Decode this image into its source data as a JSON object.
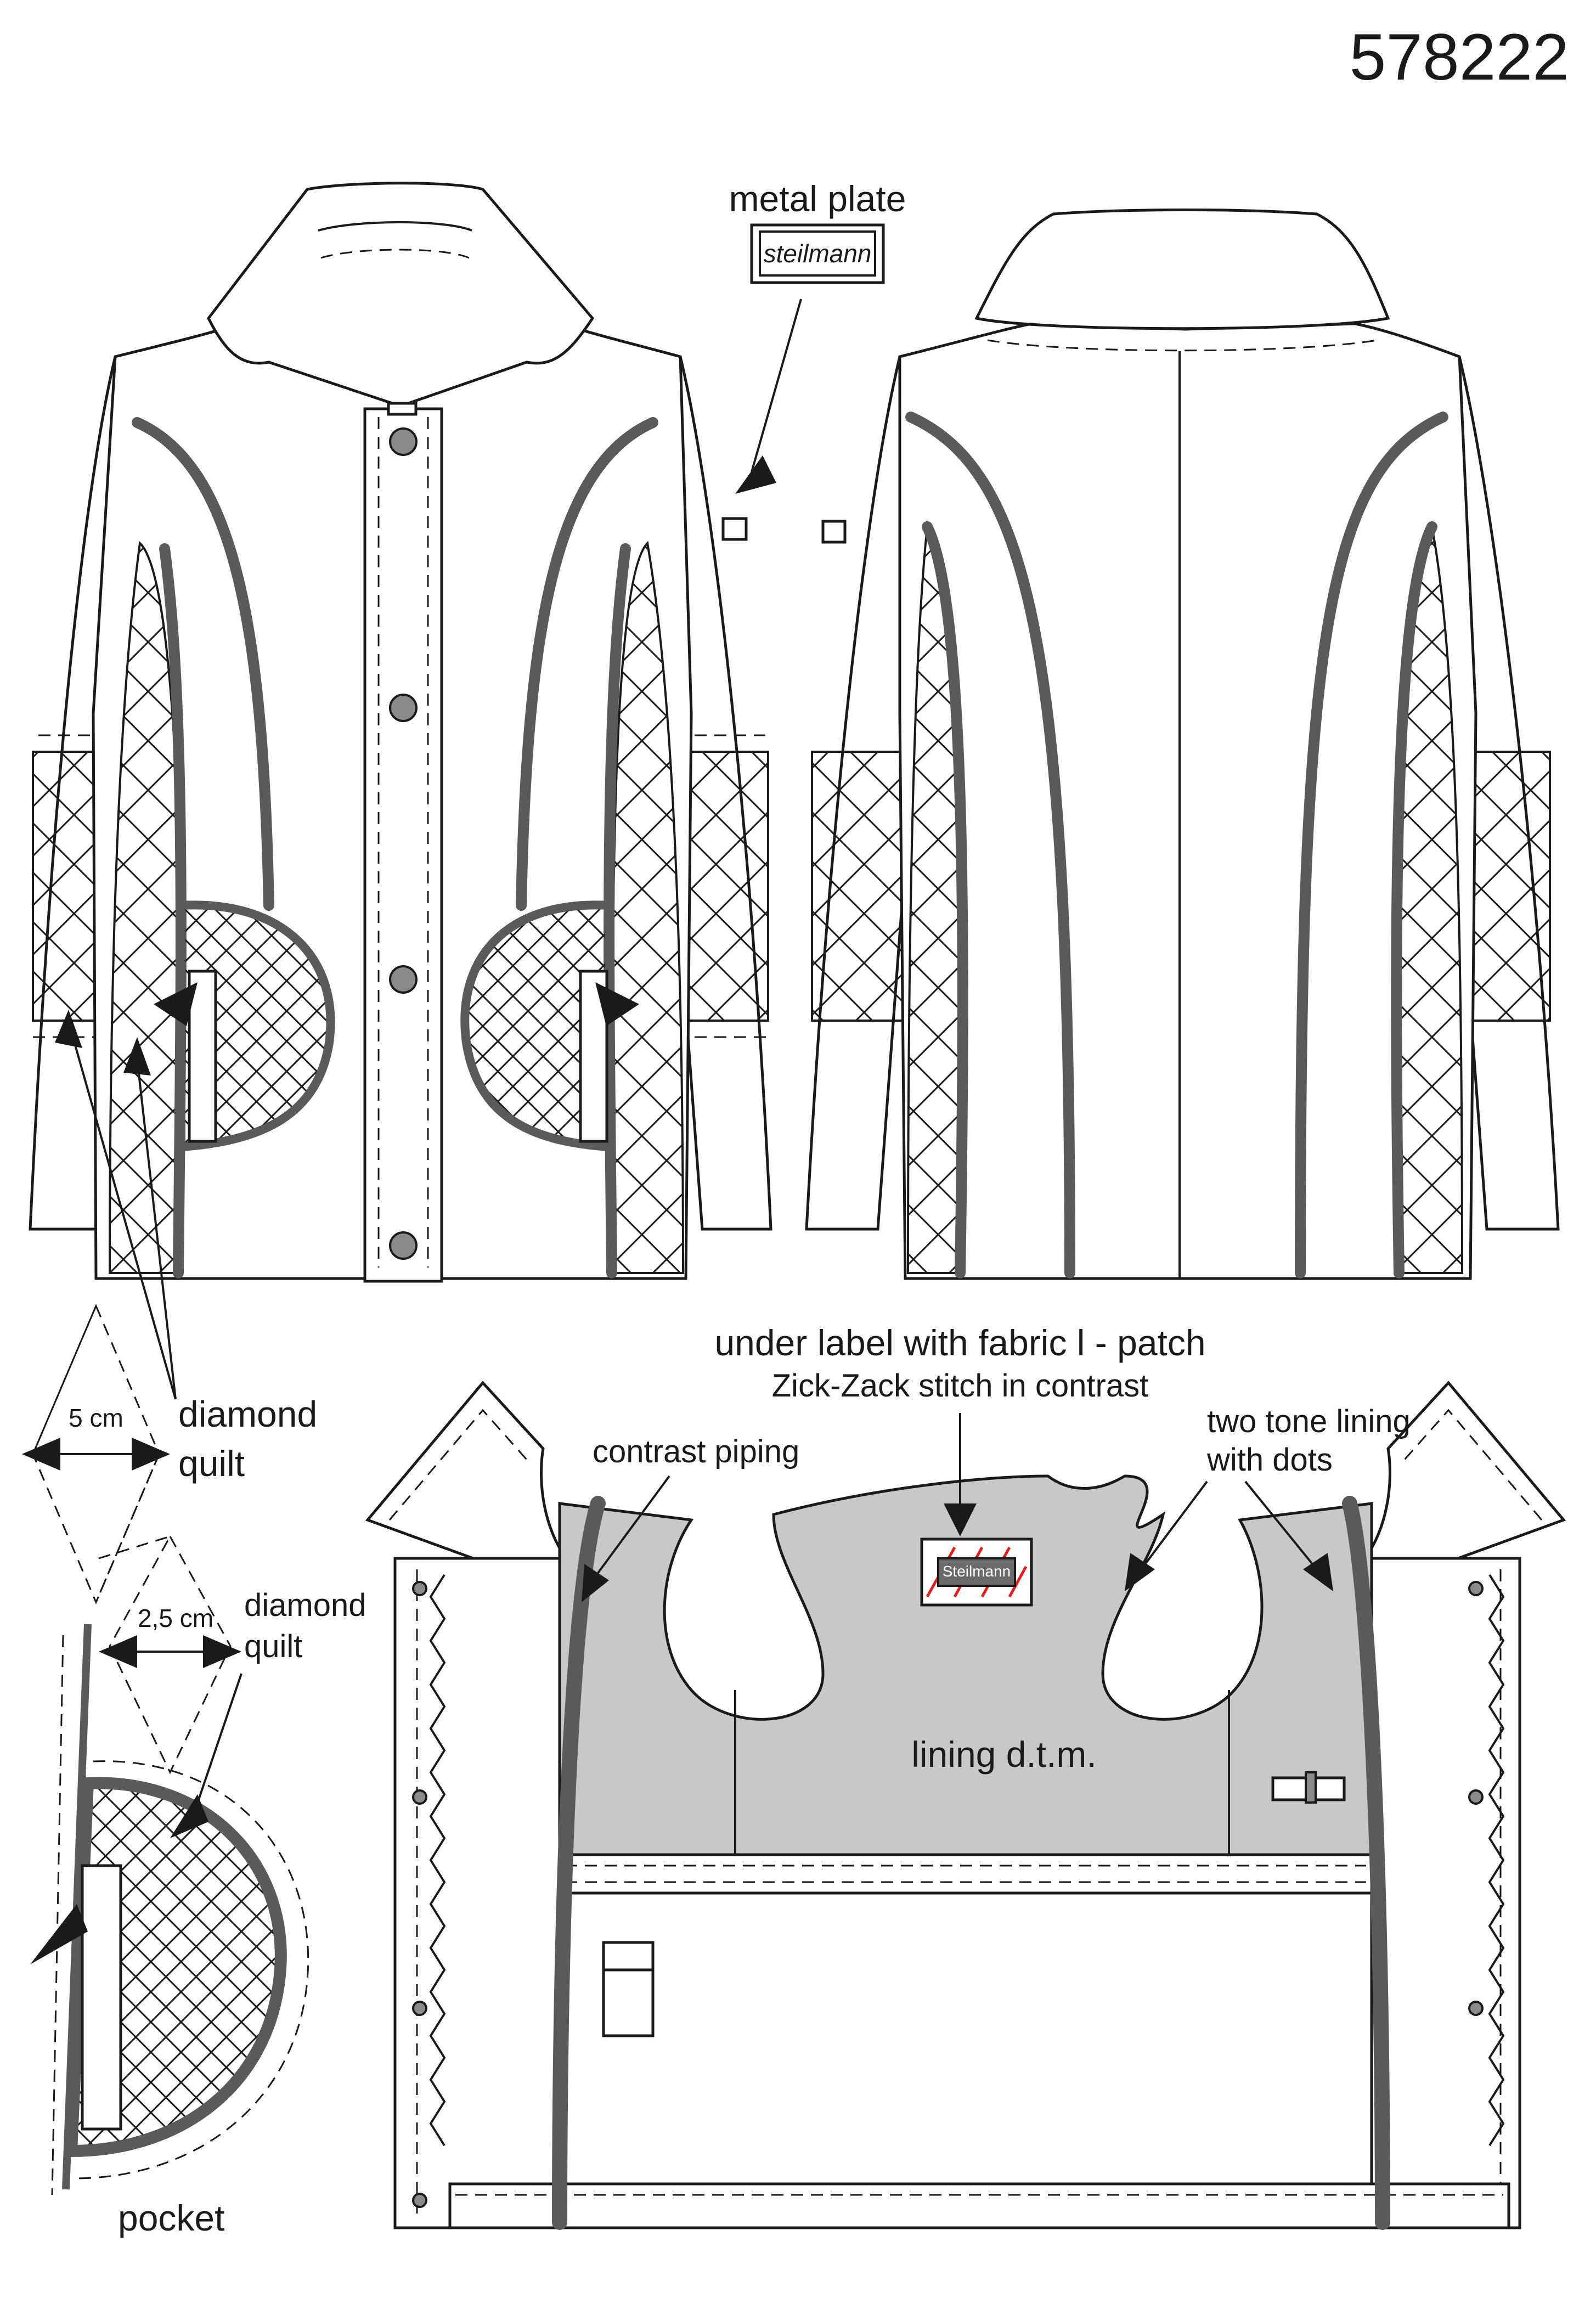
{
  "article_number": "578222",
  "labels": {
    "metal_plate": "metal plate",
    "plate_brand": "steilmann",
    "under_label": "under label with fabric l - patch",
    "zigzag": "Zick-Zack stitch in contrast",
    "contrast_piping": "contrast piping",
    "two_tone_1": "two tone lining",
    "two_tone_2": "with dots",
    "lining": "lining d.t.m.",
    "patch_brand": "Steilmann",
    "quilt1_size": "5 cm",
    "quilt1_a": "diamond",
    "quilt1_b": "quilt",
    "quilt2_size": "2,5 cm",
    "quilt2_a": "diamond",
    "quilt2_b": "quilt",
    "pocket": "pocket"
  },
  "colors": {
    "piping": "#5a5a5a",
    "lining": "#c8c8c8",
    "zigzag": "#e02020"
  }
}
